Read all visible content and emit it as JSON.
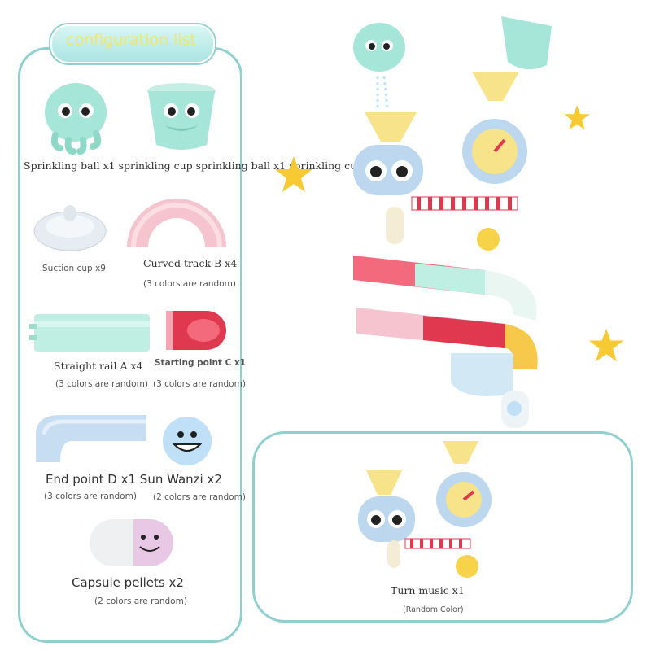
{
  "header": {
    "title": "configuration list"
  },
  "items": {
    "sprinkling_row": "Sprinkling ball x1 sprinkling cup sprinkling ball x1 sprinkling cup x1",
    "suction_cup": "Suction cup x9",
    "curved_track": "Curved track B x4",
    "curved_track_note": "(3 colors are random)",
    "straight_rail": "Straight rail A x4",
    "straight_rail_note": "(3 colors are random)",
    "starting_point": "Starting point C x1",
    "starting_point_note": "(3 colors are random)",
    "end_sun_row": "End point D x1 Sun Wanzi x2",
    "end_point_note": "(3 colors are random)",
    "sun_wanzi_note": "(2 colors are random)",
    "capsule": "Capsule pellets x2",
    "capsule_note": "(2 colors are random)"
  },
  "turn_music": {
    "label": "Turn music x1",
    "note": "(Random Color)"
  },
  "colors": {
    "frame": "#8fd0cf",
    "mint": "#a6e6d8",
    "pink": "#f5b8c4",
    "red": "#e0394f",
    "yellow": "#f7e38a",
    "blue": "#bcd7ee"
  },
  "icons": [
    "sprinkling-ball-icon",
    "sprinkling-cup-icon",
    "suction-cup-icon",
    "curved-track-icon",
    "straight-rail-icon",
    "starting-point-icon",
    "end-point-icon",
    "sun-ball-icon",
    "capsule-icon",
    "star-icon",
    "water-wheel-toy-icon",
    "track-assembly-icon"
  ]
}
